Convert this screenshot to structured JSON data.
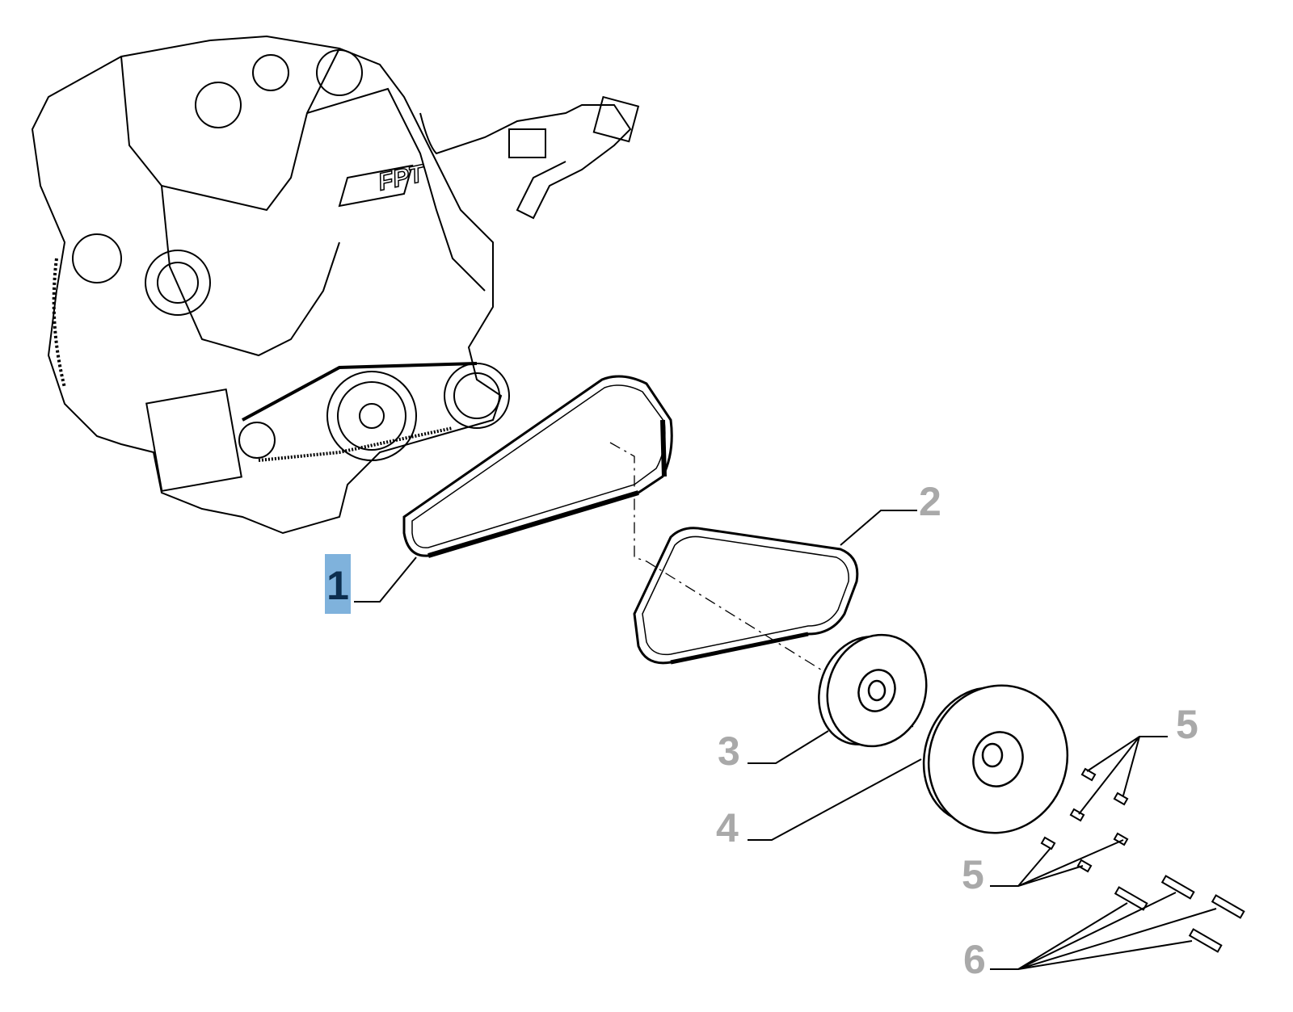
{
  "diagram": {
    "logo": "FPT",
    "callouts": [
      {
        "id": "1",
        "label": "1",
        "part": "belt-large",
        "selected": true
      },
      {
        "id": "2",
        "label": "2",
        "part": "belt-small"
      },
      {
        "id": "3",
        "label": "3",
        "part": "pulley-small"
      },
      {
        "id": "4",
        "label": "4",
        "part": "pulley-large"
      },
      {
        "id": "5a",
        "label": "5",
        "part": "screws-upper"
      },
      {
        "id": "5b",
        "label": "5",
        "part": "screws-lower"
      },
      {
        "id": "6",
        "label": "6",
        "part": "bolts"
      }
    ],
    "colors": {
      "highlight": "#7fb2dc",
      "highlight_text": "#0c2e4f",
      "callout": "#a9a9a9",
      "line": "#000000"
    }
  }
}
